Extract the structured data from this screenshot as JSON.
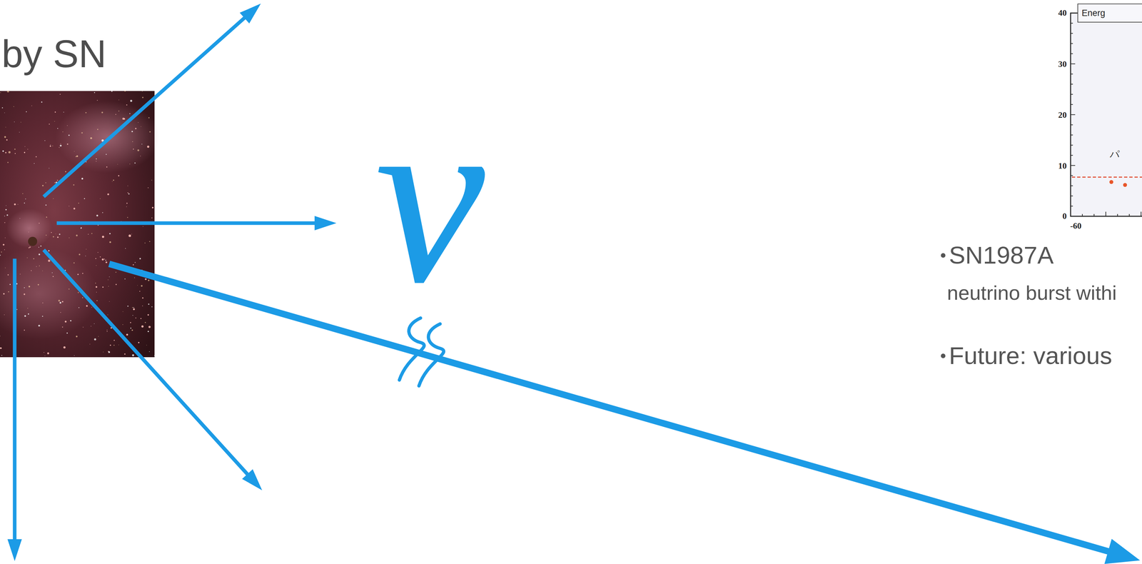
{
  "diagram": {
    "title": "by SN",
    "labels": [
      "ν",
      "40",
      "30",
      "20",
      "10",
      "0",
      "-60",
      "Energ",
      "パ",
      "SN1987A",
      "neutrino burst withi",
      "Future: various"
    ]
  }
}
